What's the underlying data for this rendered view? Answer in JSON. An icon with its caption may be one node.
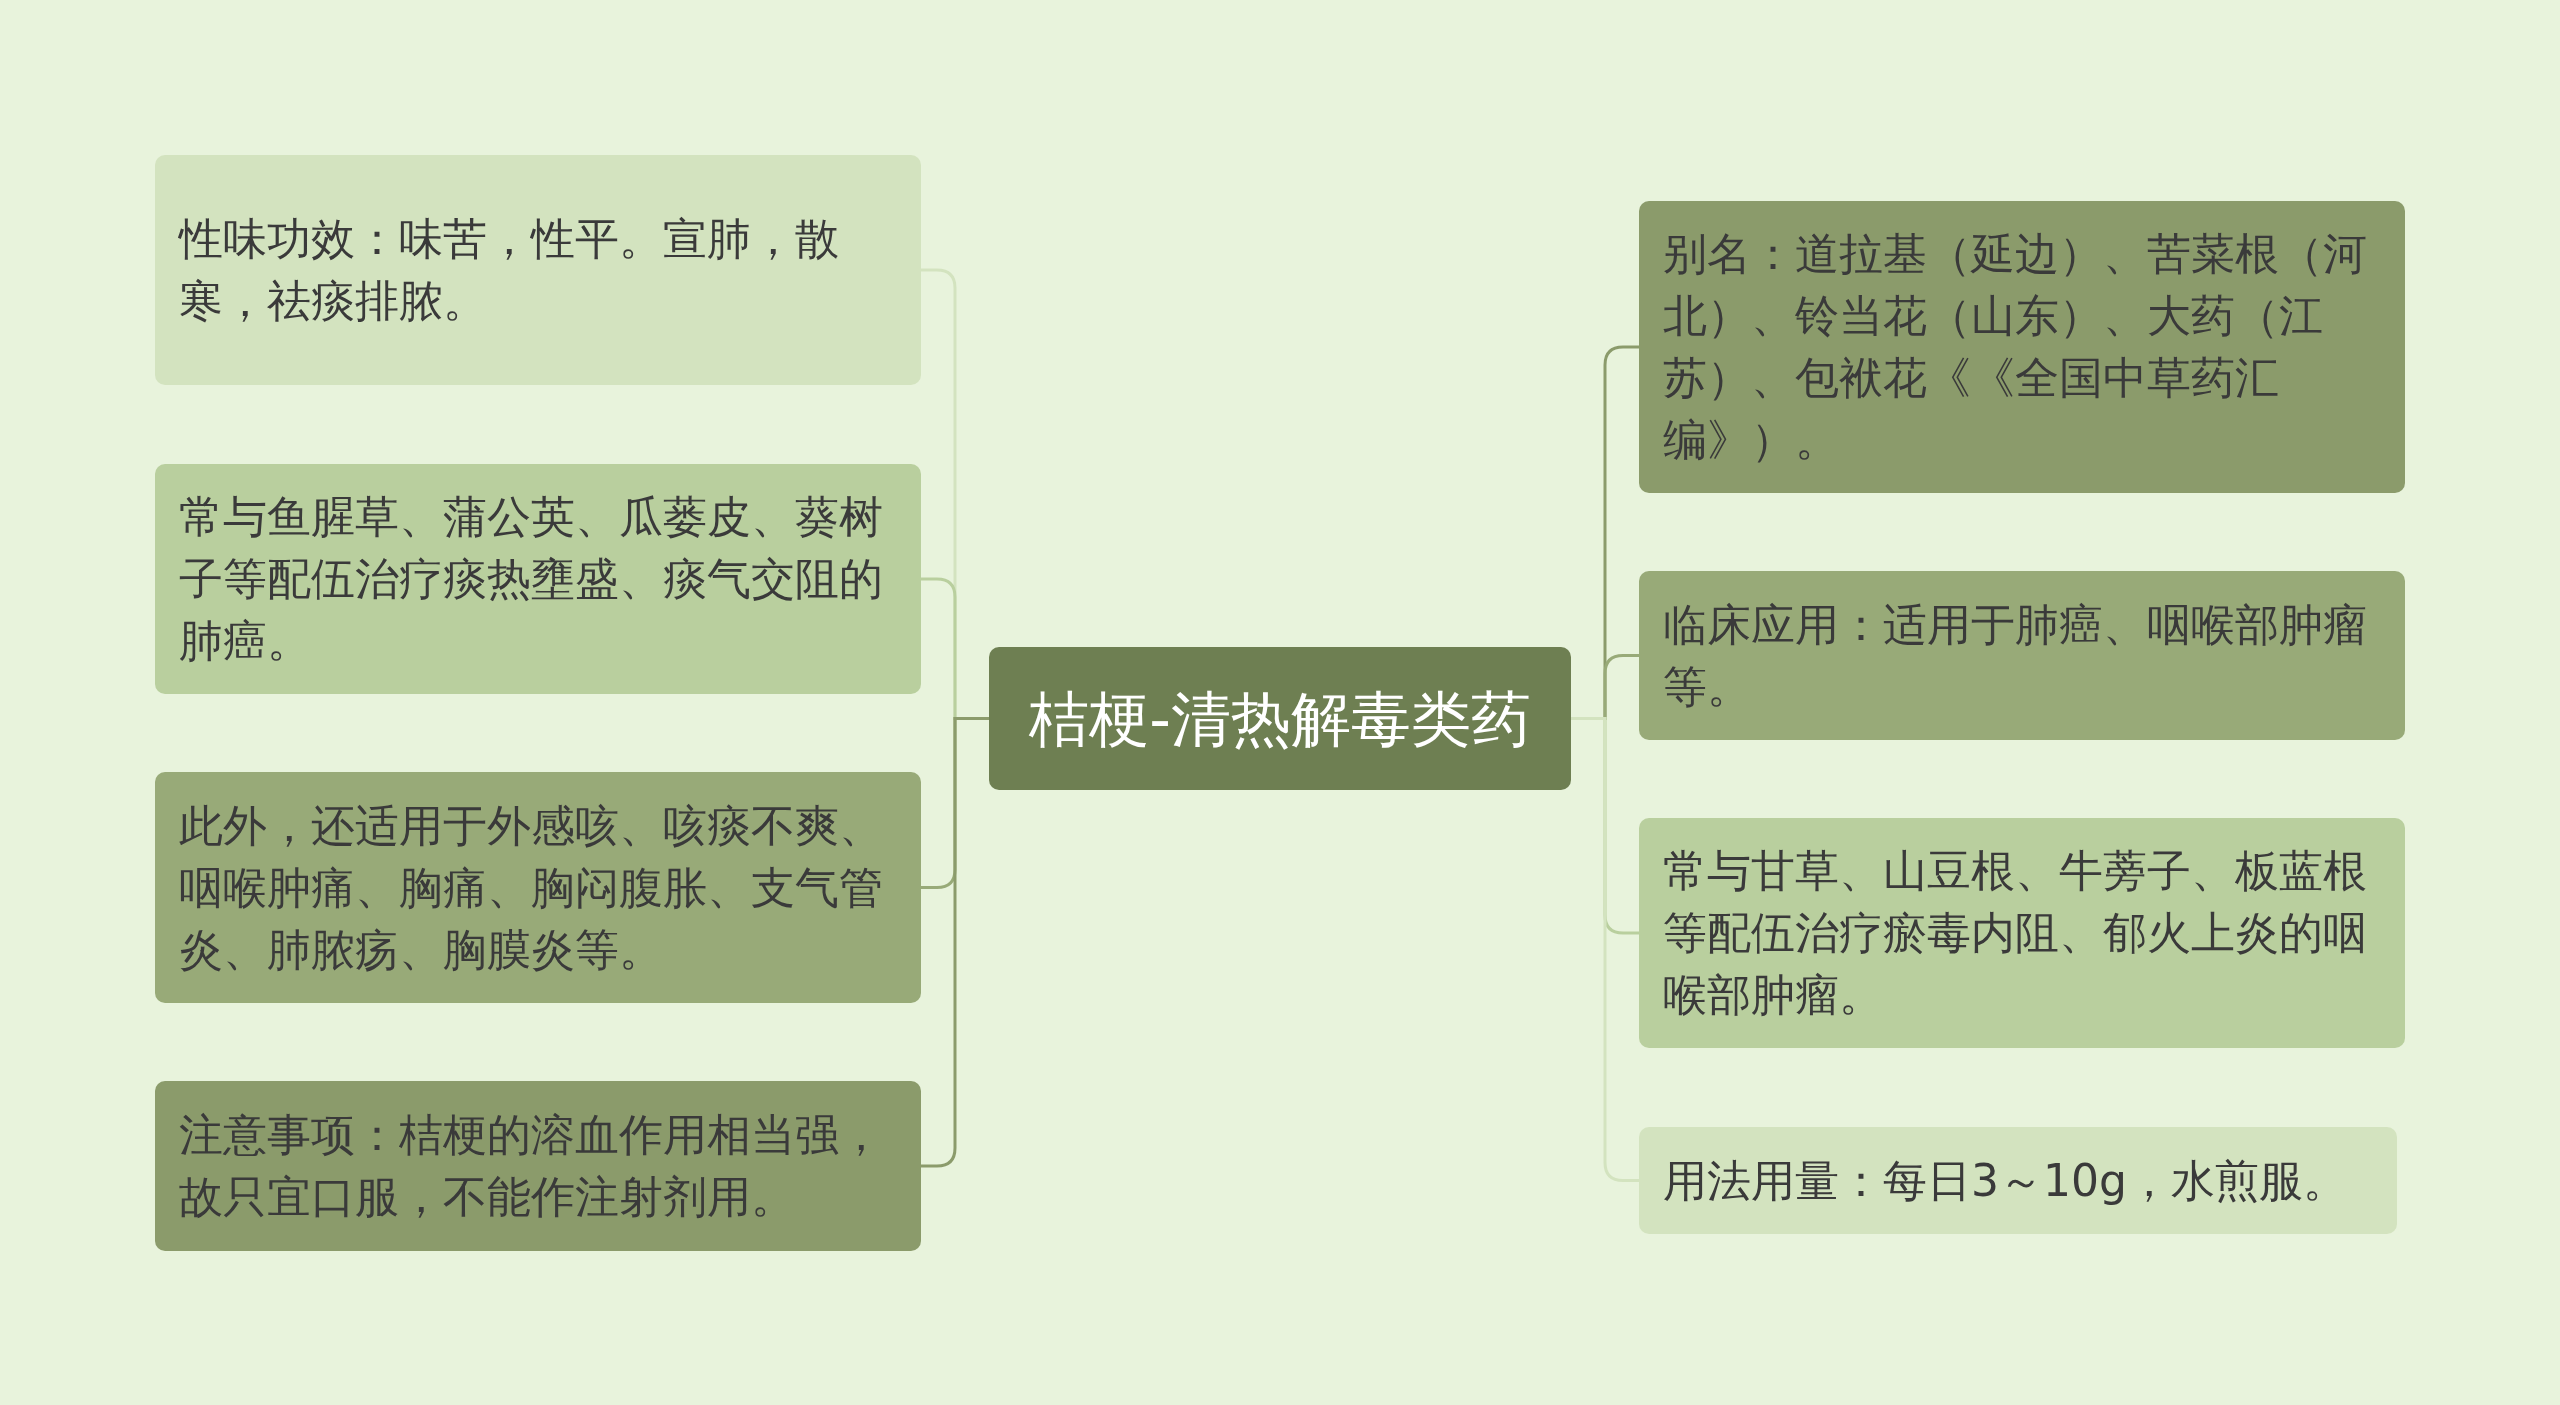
{
  "diagram": {
    "nodes": [
      {
        "text": [
          "桔梗-清热解毒类药"
        ]
      },
      {
        "text": [
          "性味功效：味苦，性平。宣肺，散寒，祛痰排脓。"
        ]
      },
      {
        "text": [
          "常与鱼腥草、蒲公英、瓜蒌皮、葵树子等配伍治疗痰热壅盛、痰气交阻的肺癌。"
        ]
      },
      {
        "text": [
          "此外，还适用于外感咳、咳痰不爽、咽喉肿痛、胸痛、胸闷腹胀、支气管炎、肺脓疡、胸膜炎等。"
        ]
      },
      {
        "text": [
          "注意事项：桔梗的溶血作用相当强，故只宜口服，不能作注射剂用。"
        ]
      },
      {
        "text": [
          "别名：道拉基（延边）、苦菜根（河北）、铃当花（山东）、大药（江苏）、包袱花《《全国中草药汇编》）。"
        ]
      },
      {
        "text": [
          "临床应用：适用于肺癌、咽喉部肿瘤等。"
        ]
      },
      {
        "text": [
          "常与甘草、山豆根、牛蒡子、板蓝根等配伍治疗瘀毒内阻、郁火上炎的咽喉部肿瘤。"
        ]
      },
      {
        "text": [
          "用法用量：每日3～10g，水煎服。"
        ]
      }
    ],
    "edges": [
      {
        "from": 0,
        "to": 1,
        "arrow": "none",
        "color": "#d3e3bf"
      },
      {
        "from": 0,
        "to": 2,
        "arrow": "none",
        "color": "#b9cf9e"
      },
      {
        "from": 0,
        "to": 3,
        "arrow": "none",
        "color": "#98aa78"
      },
      {
        "from": 0,
        "to": 4,
        "arrow": "none",
        "color": "#8b9b6b"
      },
      {
        "from": 0,
        "to": 5,
        "arrow": "none",
        "color": "#8b9b6b"
      },
      {
        "from": 0,
        "to": 6,
        "arrow": "none",
        "color": "#98aa78"
      },
      {
        "from": 0,
        "to": 7,
        "arrow": "none",
        "color": "#b9cf9e"
      },
      {
        "from": 0,
        "to": 8,
        "arrow": "none",
        "color": "#d3e3bf"
      }
    ]
  }
}
